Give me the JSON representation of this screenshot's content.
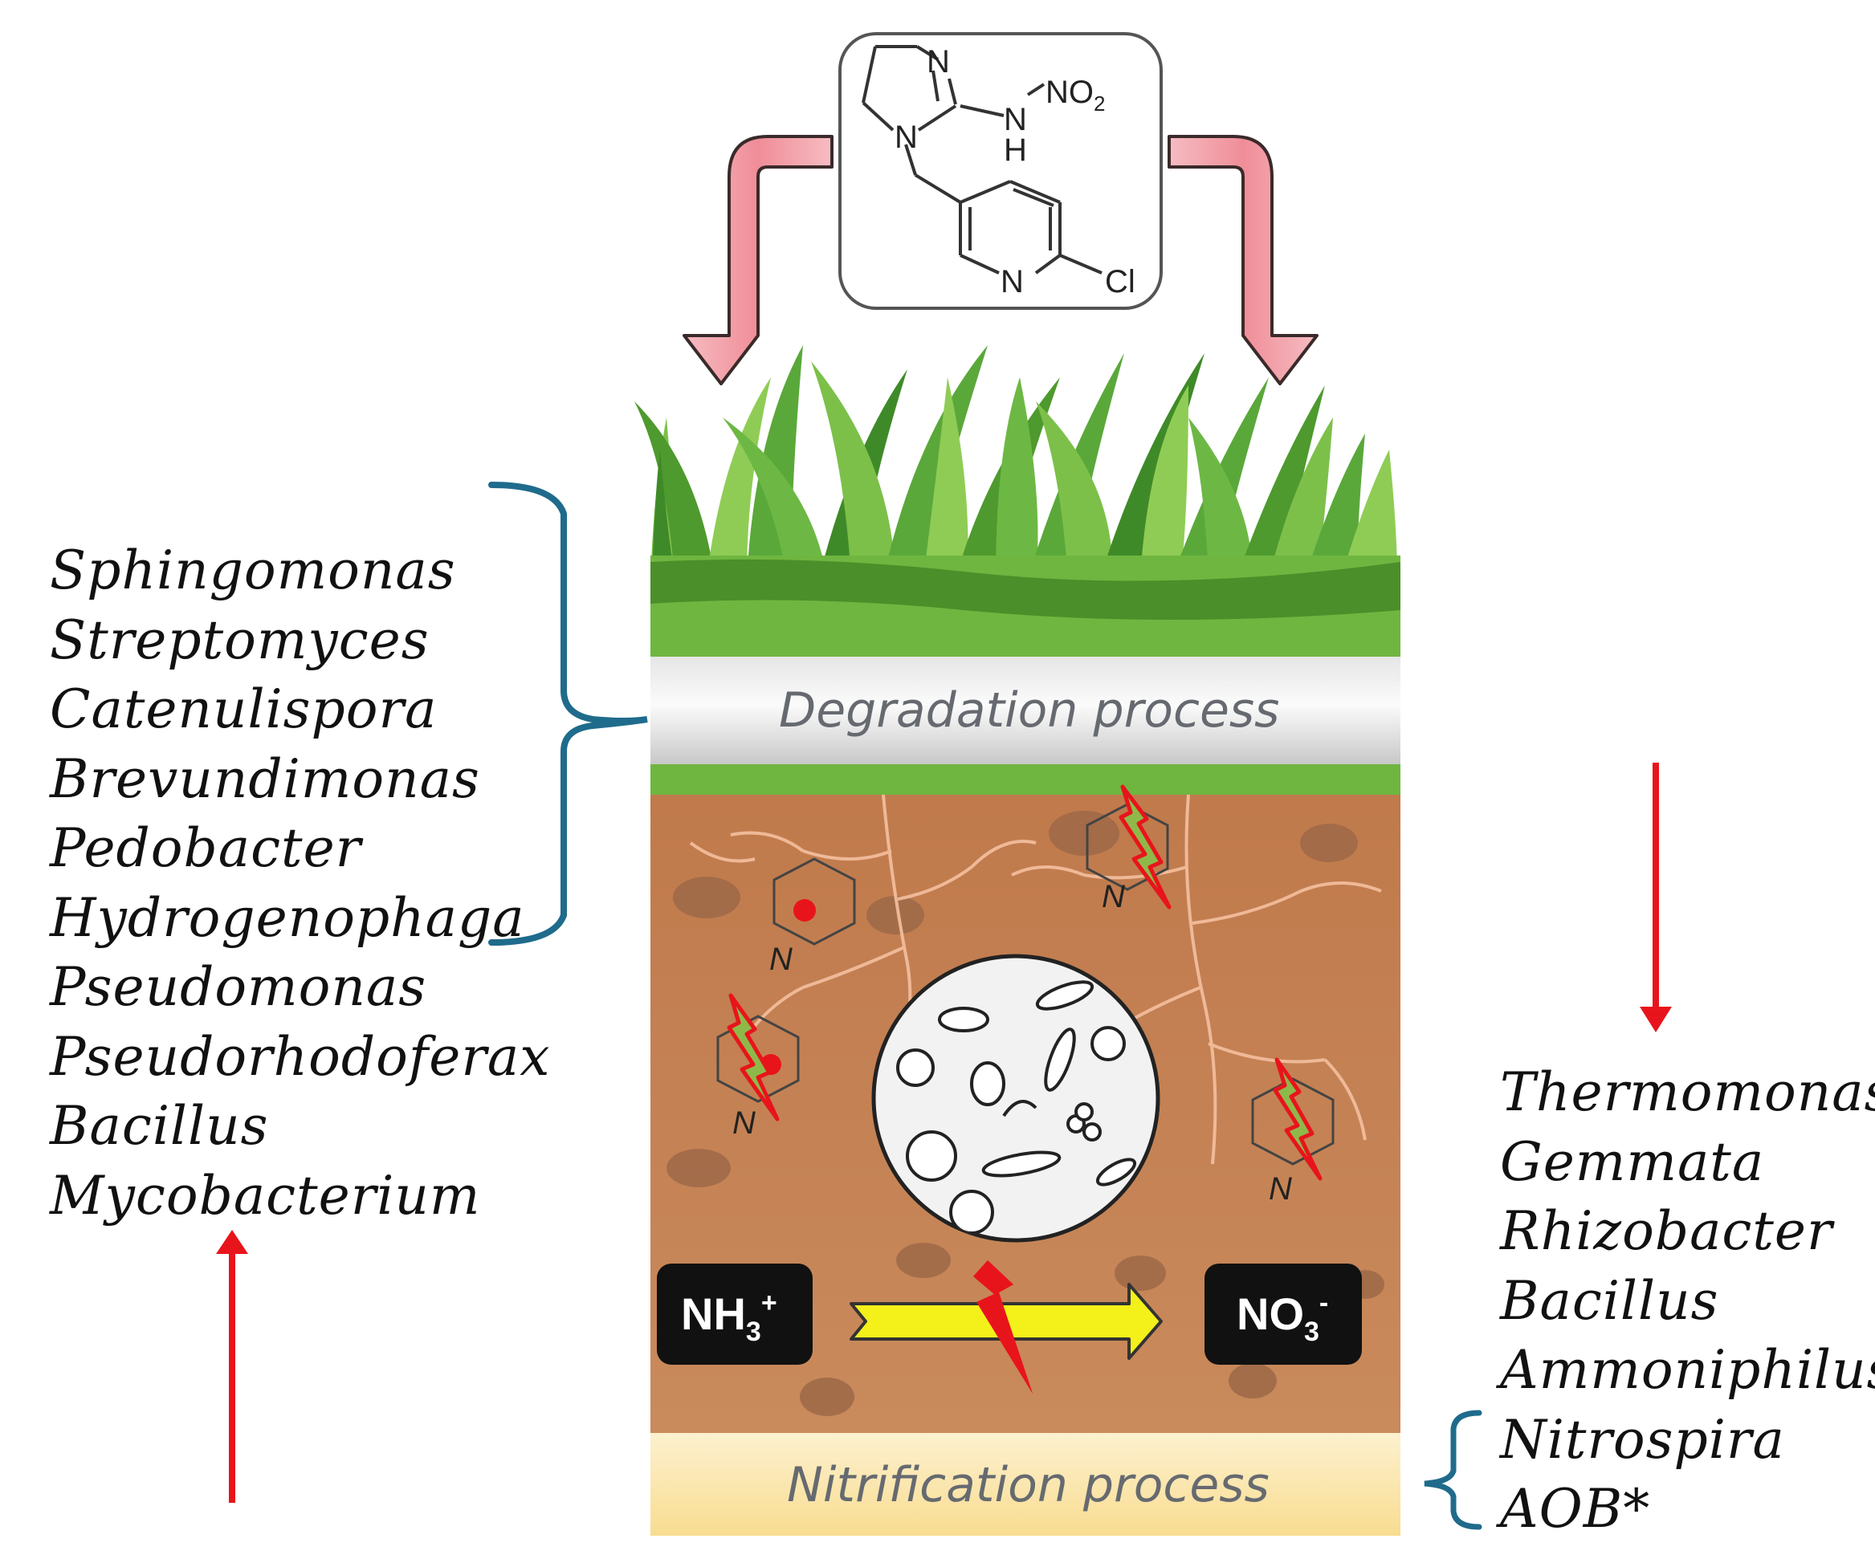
{
  "molecule": {
    "atoms": [
      "N",
      "NO",
      "2",
      "H",
      "N",
      "N",
      "N",
      "Cl"
    ]
  },
  "left_genera": [
    "Sphingomonas",
    "Streptomyces",
    "Catenulispora",
    "Brevundimonas",
    "Pedobacter",
    "Hydrogenophaga",
    "Pseudomonas",
    "Pseudorhodoferax",
    "Bacillus",
    "Mycobacterium"
  ],
  "right_genera": [
    "Thermomonas",
    "Gemmata",
    "Rhizobacter",
    "Bacillus",
    "Ammoniphilus",
    "Nitrospira",
    "AOB*"
  ],
  "processes": {
    "degradation": "Degradation process",
    "nitrification": "Nitrification process"
  },
  "nitrogen": {
    "ammonium": "NH",
    "ammonium_sub": "3",
    "ammonium_sup": "+",
    "nitrate": "NO",
    "nitrate_sub": "3",
    "nitrate_sup": "-",
    "ring_atom": "N"
  },
  "colors": {
    "arrow_red": "#e8141b",
    "bracket_blue": "#1f6b8c",
    "soil": "#c98a5b",
    "grass": "#5aa83a",
    "pink_arrow": "#f2a0a8",
    "yellow_arrow": "#f3f01a"
  }
}
